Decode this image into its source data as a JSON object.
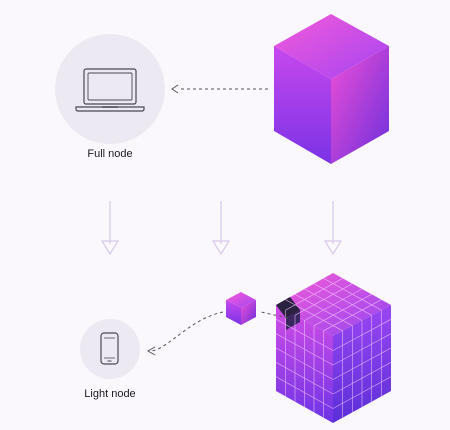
{
  "nodes": {
    "full": {
      "label": "Full node",
      "icon": "laptop-icon"
    },
    "light": {
      "label": "Light node",
      "icon": "smartphone-icon"
    }
  },
  "colors": {
    "background": "#fbf8fd",
    "node_circle": "#ece9f2",
    "icon_stroke": "#4a4852",
    "arrow_dashed": "#555555",
    "arrow_down": "#d7c9ea",
    "cube_top_start": "#f45ad9",
    "cube_top_end": "#9b43f4",
    "cube_left_start": "#c545ec",
    "cube_left_end": "#7c32e8",
    "cube_right_start": "#a93cf0",
    "cube_right_end": "#6230d8",
    "grid_lines": "#f6c8ff"
  },
  "elements": {
    "big_cube": "full-block-cube",
    "small_cube": "data-sample-cube",
    "grid_cube": "sampled-block-cube"
  }
}
